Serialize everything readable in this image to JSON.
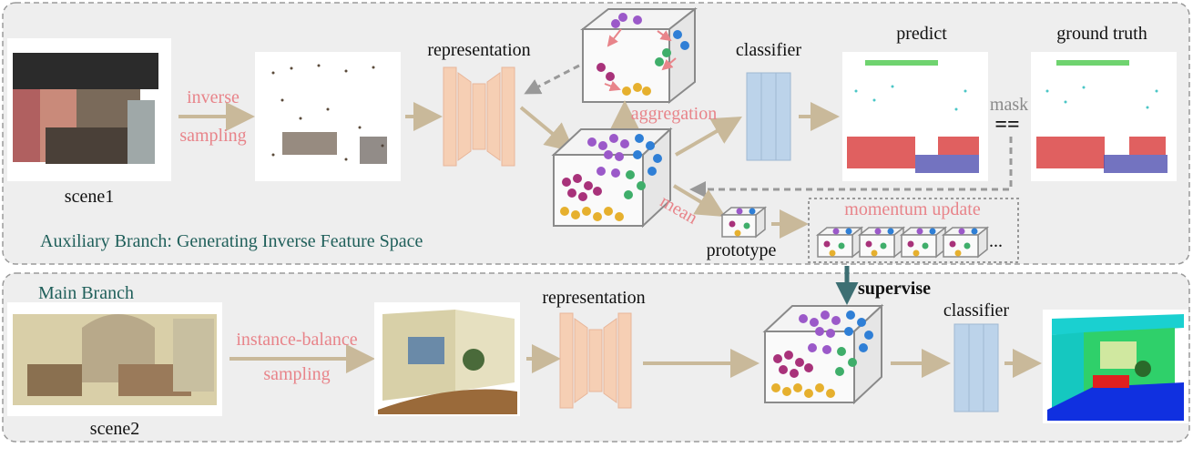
{
  "labels": {
    "scene1": "scene1",
    "scene2": "scene2",
    "inverse": "inverse",
    "sampling": "sampling",
    "representation_top": "representation",
    "representation_bottom": "representation",
    "aggregation": "aggregation",
    "classifier_top": "classifier",
    "classifier_bottom": "classifier",
    "predict": "predict",
    "ground_truth": "ground truth",
    "mask": "mask",
    "equals": "==",
    "mean": "mean",
    "prototype": "prototype",
    "momentum_update": "momentum update",
    "ellipsis": "...",
    "supervise": "supervise",
    "instance_balance": "instance-balance",
    "sampling_bottom": "sampling",
    "auxiliary_branch": "Auxiliary Branch: Generating Inverse Feature Space",
    "main_branch": "Main Branch"
  },
  "colors": {
    "panel_bg": "#eeeeee",
    "panel_border": "#9a9a9a",
    "arrow": "#c9b99a",
    "encoder": "#f6cfb4",
    "classifier": "#bcd3ea",
    "pink_text": "#e8848a",
    "teal_text": "#1f5f5a",
    "supervise_arrow": "#3d6f73",
    "ball_purple": "#9b59c9",
    "ball_blue": "#2f7fd6",
    "ball_green": "#3fae6a",
    "ball_yellow": "#e6b02e",
    "ball_magenta": "#a8327a"
  }
}
